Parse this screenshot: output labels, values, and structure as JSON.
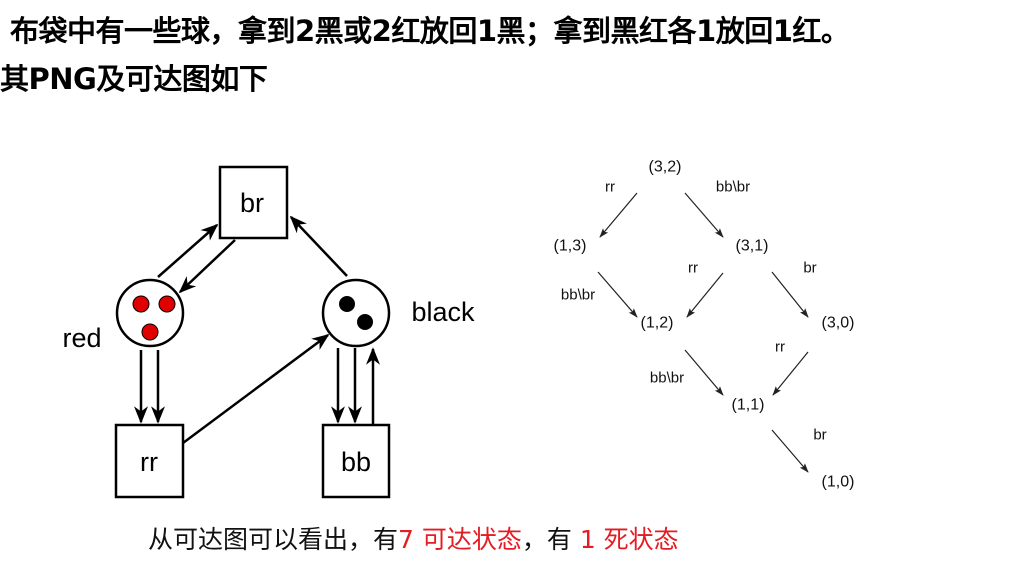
{
  "title": {
    "line1": "布袋中有一些球，拿到2黑或2红放回1黑；拿到黑红各1放回1红。",
    "line2": "其PNG及可达图如下"
  },
  "petri_net": {
    "transitions": {
      "br": "br",
      "rr": "rr",
      "bb": "bb"
    },
    "places": {
      "red": {
        "label": "red",
        "tokens": 3,
        "color": "#e00000"
      },
      "black": {
        "label": "black",
        "tokens": 2,
        "color": "#000000"
      }
    }
  },
  "reachability": {
    "states": {
      "s32": "(3,2)",
      "s13": "(1,3)",
      "s31": "(3,1)",
      "s12": "(1,2)",
      "s30": "(3,0)",
      "s11": "(1,1)",
      "s10": "(1,0)"
    },
    "edges": {
      "e1": "rr",
      "e2": "bb\\br",
      "e3": "bb\\br",
      "e4": "rr",
      "e5": "br",
      "e6": "bb\\br",
      "e7": "rr",
      "e8": "br"
    }
  },
  "conclusion": {
    "prefix": "从可达图可以看出，有",
    "reachable": "7 可达状态",
    "middle": "，有 ",
    "dead": "1 死状态",
    "highlight_color": "#e51c23"
  }
}
